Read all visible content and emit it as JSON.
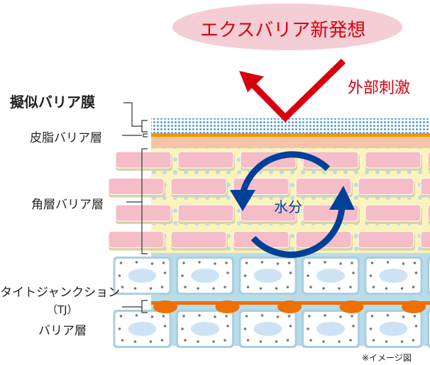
{
  "title": "エクスバリア新発想",
  "external_stimulus": "外部刺激",
  "moisture": "水分",
  "labels": {
    "pseudo_barrier_film": "擬似バリア膜",
    "sebum_barrier_layer": "皮脂バリア層",
    "stratum_corneum_barrier_layer": "角層バリア層",
    "tj_line1": "タイトジャンクション",
    "tj_line2": "（TJ）",
    "tj_line3": "バリア層"
  },
  "note": "※イメージ図",
  "colors": {
    "red": "#d7000f",
    "blue": "#004098",
    "pink_ellipse": "#f4cdd5",
    "orange": "#ee7000"
  }
}
